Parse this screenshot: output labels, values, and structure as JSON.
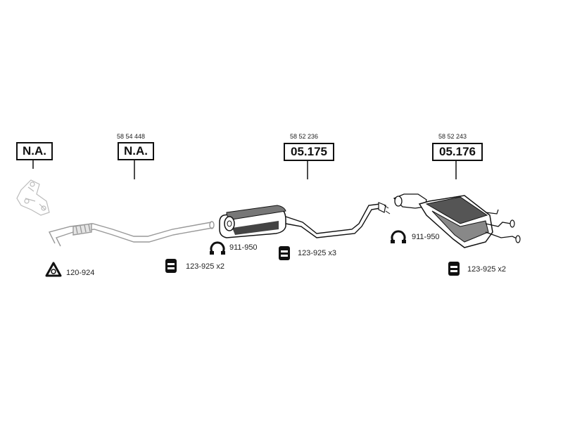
{
  "parts": [
    {
      "id": "front-pipe",
      "oem": "",
      "code": "N.A."
    },
    {
      "id": "intermediate-pipe",
      "oem": "58 54 448",
      "code": "N.A."
    },
    {
      "id": "center-silencer",
      "oem": "58 52 236",
      "code": "05.175"
    },
    {
      "id": "rear-silencer",
      "oem": "58 52 243",
      "code": "05.176"
    }
  ],
  "accessories": [
    {
      "id": "gasket",
      "label": "120-924",
      "icon": "gasket-icon"
    },
    {
      "id": "rubber-mount-a",
      "label": "123-925 x2",
      "icon": "rubber-mount-icon"
    },
    {
      "id": "clamp-a",
      "label": "911-950",
      "icon": "clamp-icon"
    },
    {
      "id": "rubber-mount-b",
      "label": "123-925 x3",
      "icon": "rubber-mount-icon"
    },
    {
      "id": "clamp-b",
      "label": "911-950",
      "icon": "clamp-icon"
    },
    {
      "id": "rubber-mount-c",
      "label": "123-925 x2",
      "icon": "rubber-mount-icon"
    }
  ]
}
